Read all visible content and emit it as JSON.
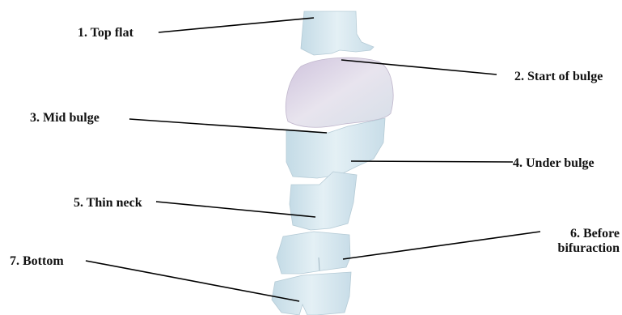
{
  "labels": {
    "top_flat": "1. Top flat",
    "start_of_bulge": "2. Start of bulge",
    "mid_bulge": "3. Mid bulge",
    "under_bulge": "4. Under bulge",
    "thin_neck": "5. Thin neck",
    "before_bifurcation": [
      "6. Before",
      "bifuraction"
    ],
    "bottom": "7. Bottom"
  },
  "colors": {
    "segment_fill": "#d4e6ee",
    "segment_shade": "#b8cfdb",
    "bulge_fill": "#dcd4e4",
    "leader_line": "#000000"
  }
}
